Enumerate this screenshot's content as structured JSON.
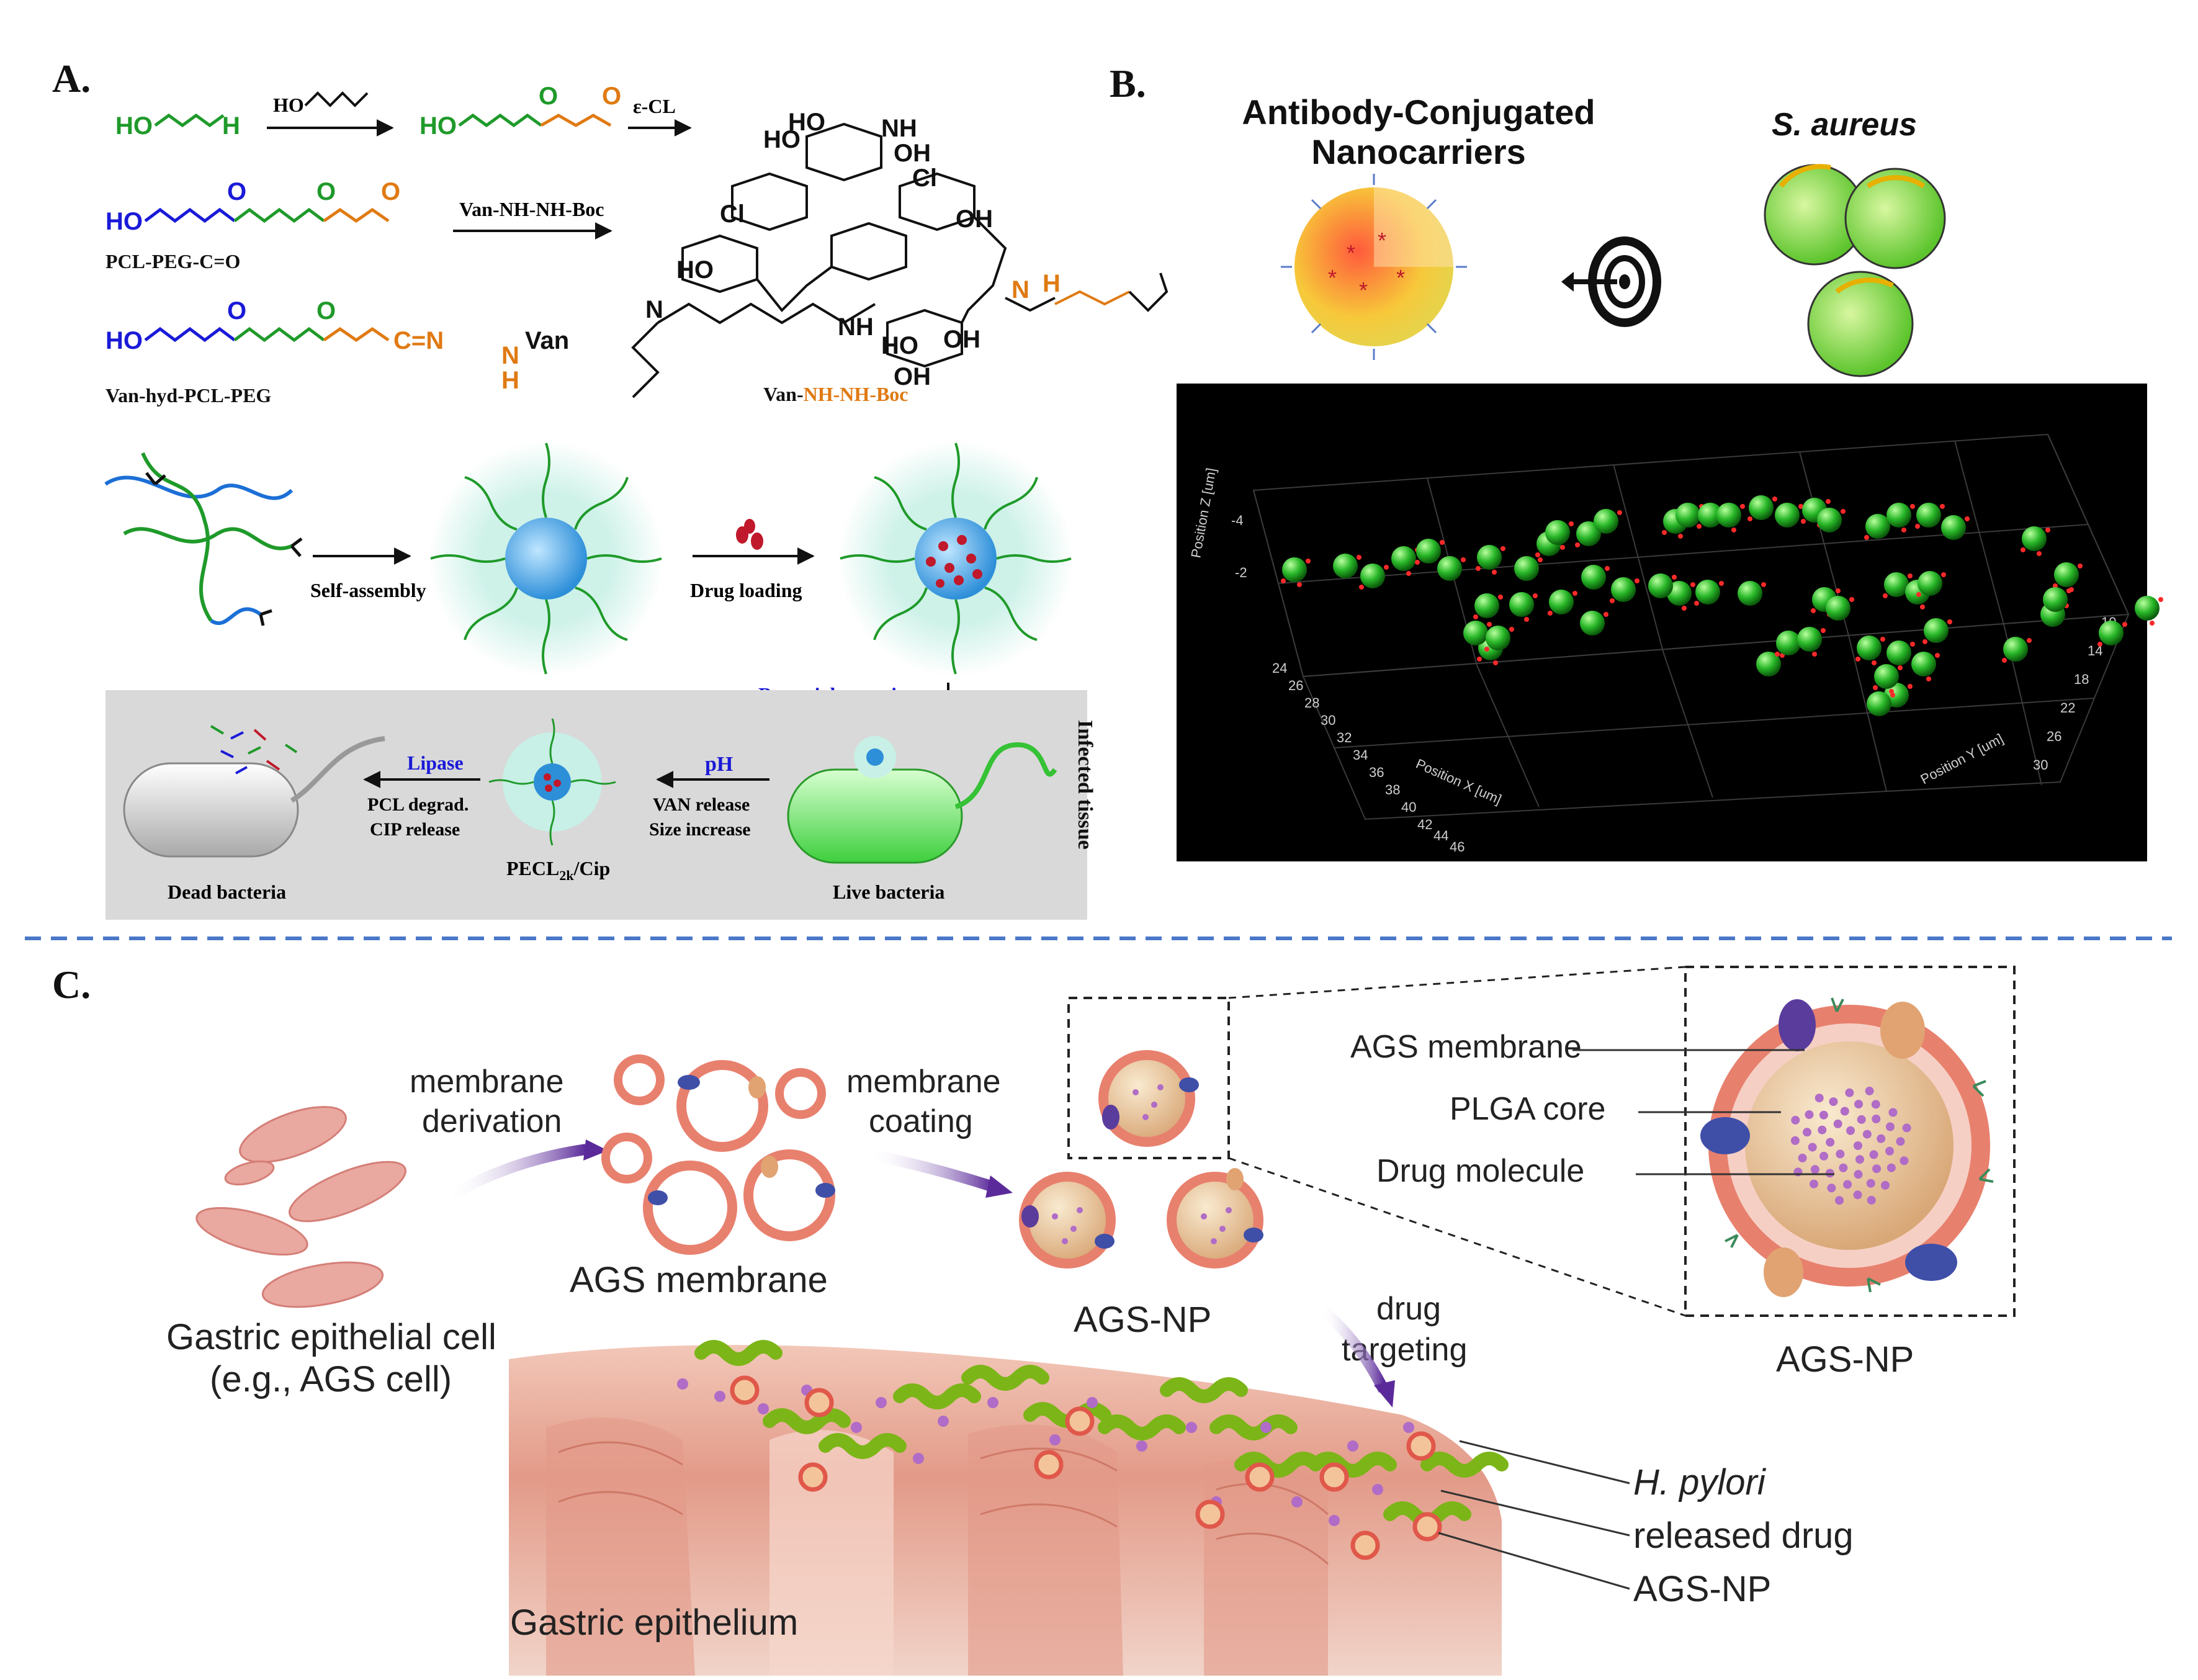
{
  "panel_a": {
    "letter": "A.",
    "reagent_top": "HO",
    "reagent_ecl": "ε-CL",
    "reagent_van": "Van-NH-NH-Boc",
    "mol1_label": "PCL-PEG-C=O",
    "mol2_label": "Van-hyd-PCL-PEG",
    "van_tag": "Van",
    "boc_label_prefix": "Van-",
    "boc_label_suffix": "NH-NH-Boc",
    "self_assembly": "Self-assembly",
    "drug_loading": "Drug loading",
    "bacterial_targeting": "Bacterial targeting",
    "infected_tissue": "Infected tissue",
    "lipase": "Lipase",
    "pcl_degrad": "PCL degrad.",
    "cip_release": "CIP release",
    "ph": "pH",
    "van_release": "VAN release",
    "size_increase": "Size increase",
    "dead_bacteria": "Dead bacteria",
    "pecl_base": "PECL",
    "pecl_sub": "2k",
    "pecl_suffix": "/Cip",
    "live_bacteria": "Live bacteria"
  },
  "panel_b": {
    "letter": "B.",
    "nanocarrier_line1": "Antibody-Conjugated",
    "nanocarrier_line2": "Nanocarriers",
    "s_aureus": "S. aureus",
    "axis_x": "Position X [um]",
    "axis_y": "Position Y [um]",
    "axis_z": "Position Z [um]",
    "x_ticks": [
      "24",
      "26",
      "28",
      "30",
      "32",
      "34",
      "36",
      "38",
      "40",
      "42",
      "44",
      "46"
    ],
    "y_ticks": [
      "10",
      "14",
      "18",
      "22",
      "26",
      "30"
    ],
    "z_ticks": [
      "-4",
      "-2"
    ]
  },
  "panel_c": {
    "letter": "C.",
    "membrane_derivation_1": "membrane",
    "membrane_derivation_2": "derivation",
    "membrane_coating_1": "membrane",
    "membrane_coating_2": "coating",
    "ags_membrane": "AGS membrane",
    "ags_np": "AGS-NP",
    "gastric_cell_1": "Gastric epithelial cell",
    "gastric_cell_2": "(e.g., AGS cell)",
    "drug_targeting_1": "drug",
    "drug_targeting_2": "targeting",
    "callout_membrane": "AGS membrane",
    "callout_core": "PLGA core",
    "callout_drug": "Drug molecule",
    "ags_np_zoom": "AGS-NP",
    "h_pylori": "H. pylori",
    "released_drug": "released drug",
    "ags_np_small": "AGS-NP",
    "gastric_epithelium": "Gastric epithelium"
  },
  "colors": {
    "peg_green": "#1f9a2a",
    "pcl_blue": "#1a1ad8",
    "keto_orange": "#e07a12",
    "box_gray": "#d9d9d9",
    "divider_blue": "#4a78c8",
    "bacteria_green": "#35c235"
  }
}
